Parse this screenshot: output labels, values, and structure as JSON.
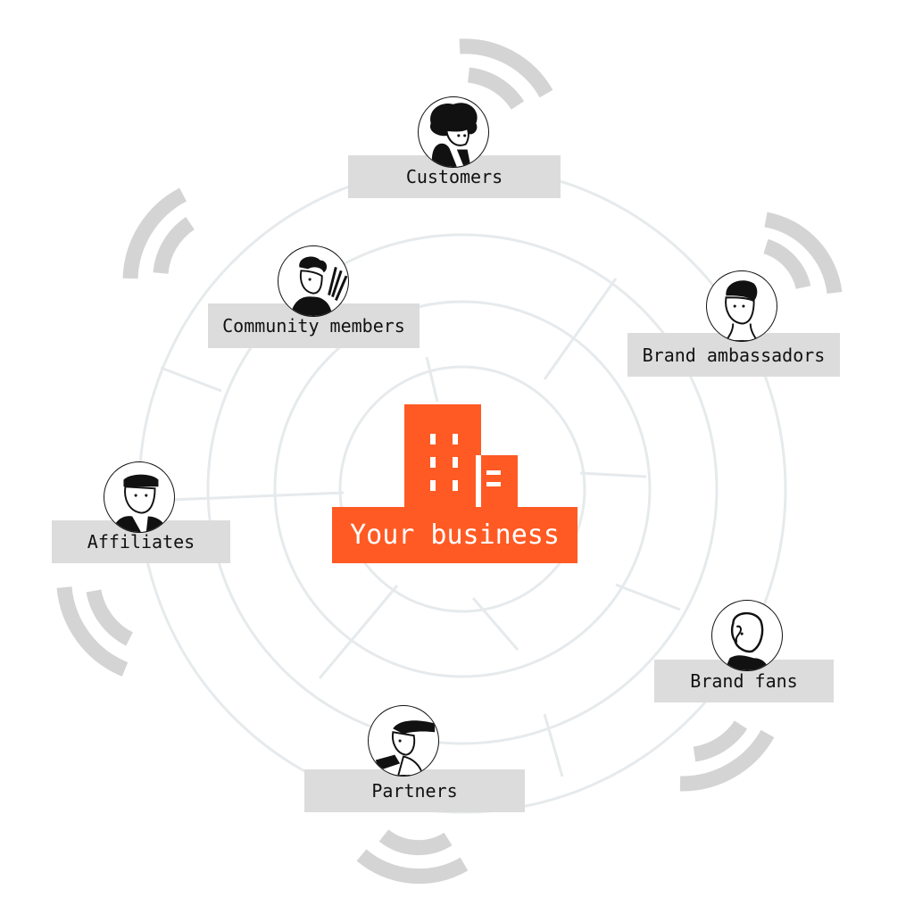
{
  "center": {
    "label": "Your business",
    "color": "#ff5a24"
  },
  "nodes": [
    {
      "id": "customers",
      "label": "Customers",
      "icon": "person-curly-hair-icon"
    },
    {
      "id": "community-members",
      "label": "Community members",
      "icon": "person-waving-icon"
    },
    {
      "id": "brand-ambassadors",
      "label": "Brand ambassadors",
      "icon": "person-short-hair-icon"
    },
    {
      "id": "affiliates",
      "label": "Affiliates",
      "icon": "person-cap-icon"
    },
    {
      "id": "brand-fans",
      "label": "Brand fans",
      "icon": "person-bald-icon"
    },
    {
      "id": "partners",
      "label": "Partners",
      "icon": "person-hat-icon"
    }
  ],
  "colors": {
    "label_bg": "#dcdcdc",
    "ring": "#e6eaec",
    "signal": "#d4d4d4",
    "accent": "#ff5a24"
  }
}
